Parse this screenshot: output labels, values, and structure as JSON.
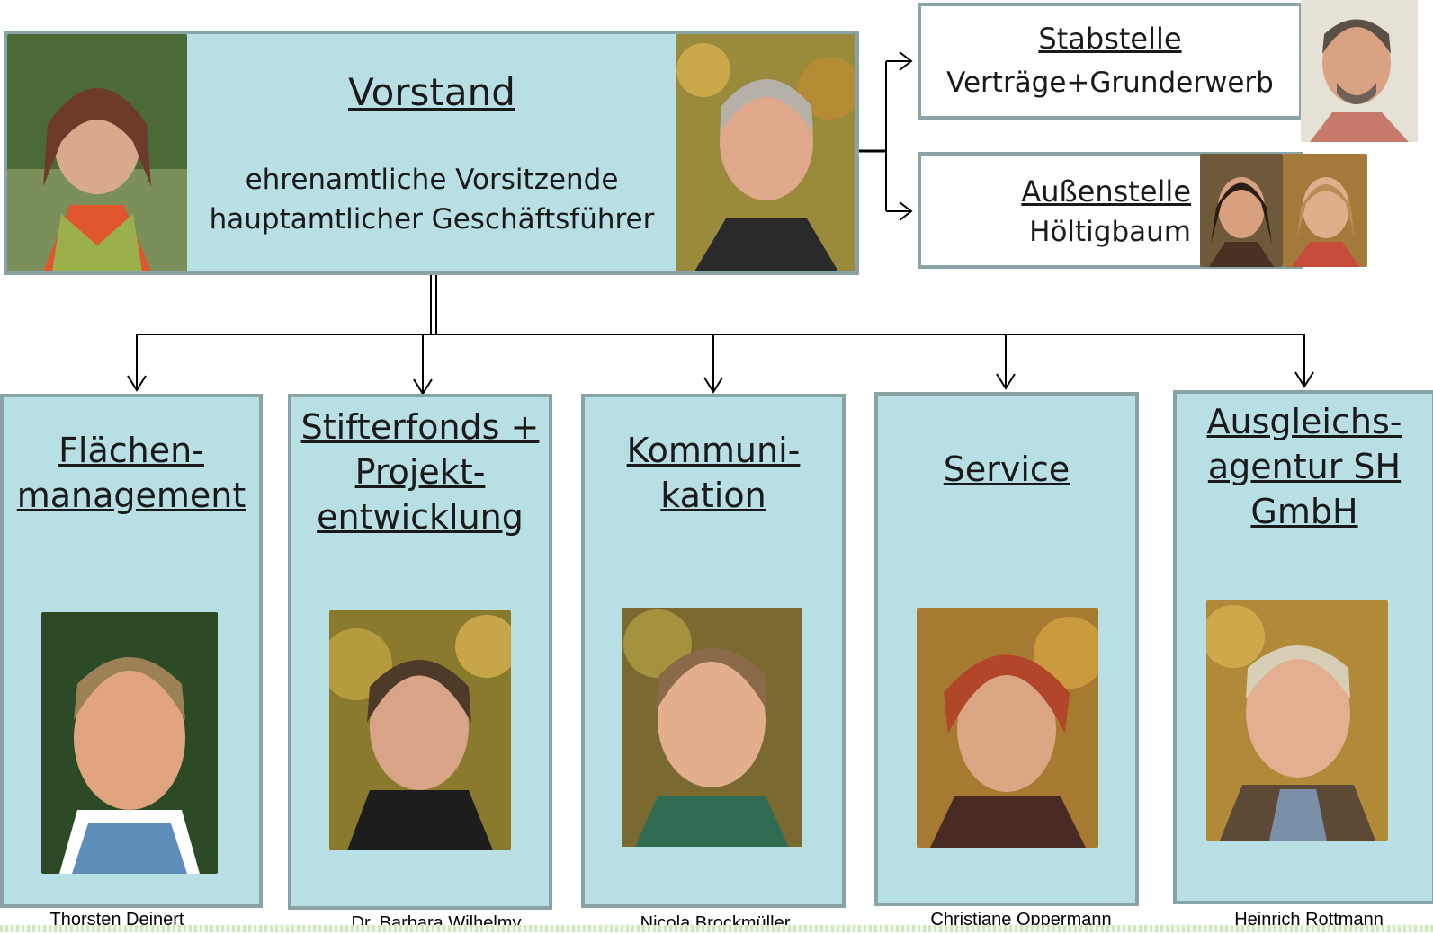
{
  "board": {
    "title": "Vorstand",
    "line1": "ehrenamtliche Vorsitzende",
    "line2": "hauptamtlicher Geschäftsführer"
  },
  "staff": {
    "title": "Stabstelle",
    "line1": "Verträge+Grunderwerb"
  },
  "outpost": {
    "title": "Außenstelle",
    "line1": "Höltigbaum"
  },
  "departments": [
    {
      "title": "Flächen-\nmanagement",
      "person": "Thorsten Deinert"
    },
    {
      "title": "Stifterfonds +\nProjekt-\nentwicklung",
      "person": "Dr. Barbara Wilhelmy"
    },
    {
      "title": "Kommuni-\nkation",
      "person": "Nicola Brockmüller"
    },
    {
      "title": "Service",
      "person": "Christiane Oppermann"
    },
    {
      "title": "Ausgleichs-\nagentur SH\nGmbH",
      "person": "Heinrich Rottmann"
    }
  ],
  "colors": {
    "box_fill": "#b8dfe3",
    "box_border": "#8aa3a6",
    "text": "#1a1a1a"
  }
}
